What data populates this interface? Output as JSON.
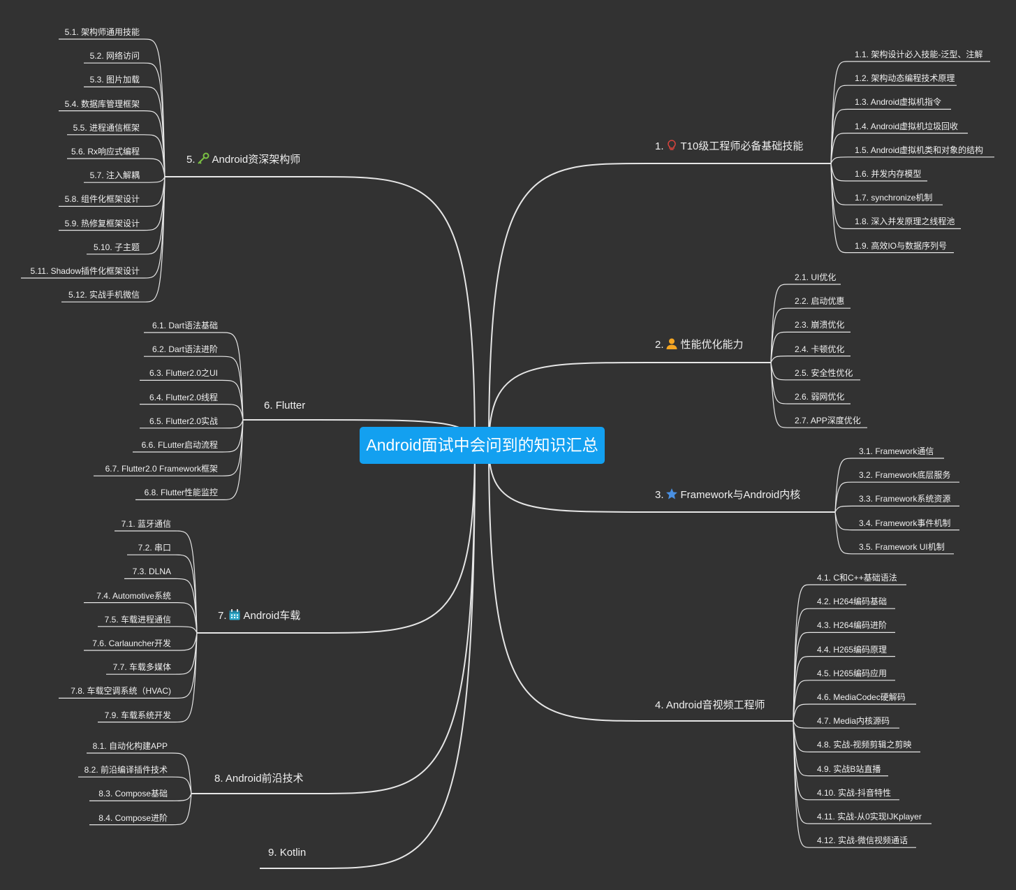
{
  "root": {
    "title": "Android面试中会问到的知识汇总"
  },
  "colors": {
    "background": "#323232",
    "root": "#13a0f0",
    "line": "#e6e6e6",
    "text": "#f0f0f0"
  },
  "branches": [
    {
      "num": "1.",
      "label": "T10级工程师必备基础技能",
      "icon": "lightbulb-icon",
      "side": "right",
      "children": [
        "1.1. 架构设计必入技能-泛型、注解",
        "1.2. 架构动态编程技术原理",
        "1.3. Android虚拟机指令",
        "1.4. Android虚拟机垃圾回收",
        "1.5. Android虚拟机类和对象的结构",
        "1.6. 并发内存模型",
        "1.7. synchronize机制",
        "1.8. 深入并发原理之线程池",
        "1.9. 高效IO与数据序列号"
      ]
    },
    {
      "num": "2.",
      "label": "性能优化能力",
      "icon": "person-icon",
      "side": "right",
      "children": [
        "2.1. UI优化",
        "2.2. 启动优惠",
        "2.3. 崩溃优化",
        "2.4. 卡顿优化",
        "2.5. 安全性优化",
        "2.6. 弱网优化",
        "2.7. APP深度优化"
      ]
    },
    {
      "num": "3.",
      "label": "Framework与Android内核",
      "icon": "star-icon",
      "side": "right",
      "children": [
        "3.1. Framework通信",
        "3.2. Framework底层服务",
        "3.3. Framework系统资源",
        "3.4. Framework事件机制",
        "3.5. Framework UI机制"
      ]
    },
    {
      "num": "4.",
      "label": "Android音视频工程师",
      "icon": "",
      "side": "right",
      "children": [
        "4.1. C和C++基础语法",
        "4.2. H264编码基础",
        "4.3. H264编码进阶",
        "4.4. H265编码原理",
        "4.5. H265编码应用",
        "4.6. MediaCodec硬解码",
        "4.7. Media内核源码",
        "4.8. 实战-视频剪辑之剪映",
        "4.9. 实战B站直播",
        "4.10. 实战-抖音特性",
        "4.11. 实战-从0实现IJKplayer",
        "4.12. 实战-微信视频通话"
      ]
    },
    {
      "num": "5.",
      "label": "Android资深架构师",
      "icon": "key-icon",
      "side": "left",
      "children": [
        "5.1. 架构师通用技能",
        "5.2. 网络访问",
        "5.3. 图片加载",
        "5.4. 数据库管理框架",
        "5.5. 进程通信框架",
        "5.6. Rx响应式编程",
        "5.7. 注入解耦",
        "5.8. 组件化框架设计",
        "5.9. 热修复框架设计",
        "5.10. 子主题",
        "5.11. Shadow插件化框架设计",
        "5.12. 实战手机微信"
      ]
    },
    {
      "num": "6.",
      "label": "Flutter",
      "icon": "",
      "side": "left",
      "children": [
        "6.1. Dart语法基础",
        "6.2. Dart语法进阶",
        "6.3. Flutter2.0之UI",
        "6.4. Flutter2.0线程",
        "6.5. Flutter2.0实战",
        "6.6. FLutter启动流程",
        "6.7. Flutter2.0 Framework框架",
        "6.8. Flutter性能监控"
      ]
    },
    {
      "num": "7.",
      "label": "Android车载",
      "icon": "calendar-icon",
      "side": "left",
      "children": [
        "7.1. 蓝牙通信",
        "7.2. 串口",
        "7.3. DLNA",
        "7.4. Automotive系统",
        "7.5. 车载进程通信",
        "7.6. Carlauncher开发",
        "7.7. 车载多媒体",
        "7.8. 车载空调系统（HVAC)",
        "7.9. 车载系统开发"
      ]
    },
    {
      "num": "8.",
      "label": "Android前沿技术",
      "icon": "",
      "side": "left",
      "children": [
        "8.1. 自动化构建APP",
        "8.2. 前沿编译插件技术",
        "8.3. Compose基础",
        "8.4. Compose进阶"
      ]
    },
    {
      "num": "9.",
      "label": "Kotlin",
      "icon": "",
      "side": "left",
      "children": []
    }
  ]
}
